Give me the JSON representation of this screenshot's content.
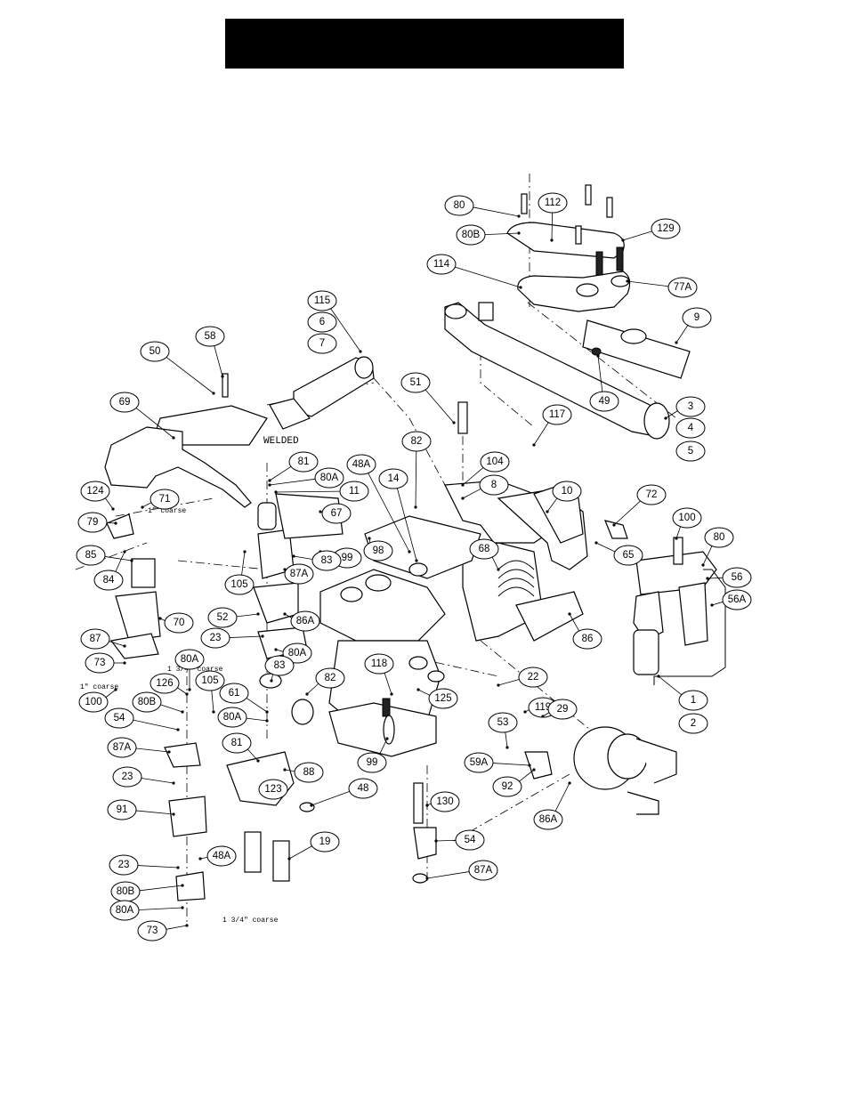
{
  "header": {
    "title": ""
  },
  "notes": {
    "welded": "WELDED",
    "one_inch_coarse": "1\" coarse",
    "one_three_quarter_coarse": "1 3/4\" coarse"
  },
  "callouts": [
    "80",
    "112",
    "80B",
    "129",
    "114",
    "77A",
    "115",
    "6",
    "7",
    "9",
    "58",
    "50",
    "69",
    "51",
    "49",
    "3",
    "4",
    "5",
    "117",
    "81",
    "80A",
    "82",
    "104",
    "48A",
    "11",
    "14",
    "8",
    "10",
    "124",
    "71",
    "67",
    "72",
    "79",
    "100",
    "80",
    "99",
    "98",
    "68",
    "65",
    "56",
    "56A",
    "85",
    "84",
    "105",
    "87A",
    "83",
    "86A",
    "52",
    "86",
    "70",
    "23",
    "87",
    "80A",
    "73",
    "80A",
    "126",
    "118",
    "22",
    "100",
    "80B",
    "105",
    "83",
    "82",
    "61",
    "125",
    "119",
    "29",
    "1",
    "2",
    "54",
    "80A",
    "53",
    "81",
    "87A",
    "99",
    "59A",
    "88",
    "92",
    "23",
    "48A",
    "48",
    "130",
    "86A",
    "91",
    "54",
    "23",
    "123",
    "19",
    "87A",
    "80B",
    "80A",
    "73"
  ]
}
